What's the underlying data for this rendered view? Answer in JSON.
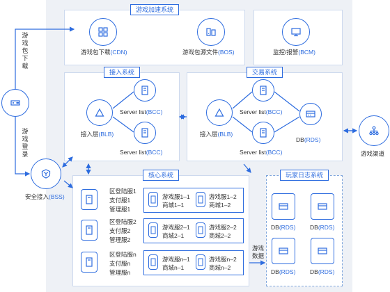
{
  "accent_color": "#2d6cdf",
  "sections": {
    "accel": {
      "title": "游戏加速系统",
      "cdn_prefix": "游戏包下载",
      "cdn_suffix": "(CDN)",
      "bos_prefix": "游戏包源文件",
      "bos_suffix": "(BOS)"
    },
    "monitor": {
      "prefix": "监控/报警",
      "suffix": "(BCM)"
    },
    "access": {
      "title": "接入系统",
      "blb_prefix": "接入层",
      "blb_suffix": "(BLB)",
      "server1_prefix": "Server list",
      "server1_suffix": "(BCC)",
      "server2_prefix": "Server list",
      "server2_suffix": "(BCC)"
    },
    "trade": {
      "title": "交易系统",
      "blb_prefix": "接入层",
      "blb_suffix": "(BLB)",
      "server1_prefix": "Server list",
      "server1_suffix": "(BCC)",
      "server2_prefix": "Server list",
      "server2_suffix": "(BCC)",
      "db_prefix": "DB",
      "db_suffix": "(RDS)"
    },
    "core": {
      "title": "核心系统",
      "rows": [
        {
          "l1": "区登陆服1",
          "l2": "支付服1",
          "l3": "管理服1",
          "a1": "游戏服1–1",
          "a2": "商城1–1",
          "b1": "游戏服1–2",
          "b2": "商城1–2"
        },
        {
          "l1": "区登陆服2",
          "l2": "支付服2",
          "l3": "管理服2",
          "a1": "游戏服2–1",
          "a2": "商城2–1",
          "b1": "游戏服2–2",
          "b2": "商城2–2"
        },
        {
          "l1": "区登陆服n",
          "l2": "支付服n",
          "l3": "管理服n",
          "a1": "游戏服n–1",
          "a2": "商城n–1",
          "b1": "游戏服n–2",
          "b2": "商城n–2"
        }
      ]
    },
    "log": {
      "title": "玩家日志系统",
      "db_prefix": "DB",
      "db_suffix": "(RDS)"
    },
    "game_data": "游戏数据"
  },
  "left": {
    "download": "游戏包下载",
    "login": "游戏登录",
    "bss_prefix": "安全接入",
    "bss_suffix": "(BSS)"
  },
  "right": {
    "channel": "游戏渠道"
  },
  "icons": [
    "grid-icon",
    "bucket-icon",
    "monitor-icon",
    "client-icon",
    "shield-icon",
    "balancer-icon",
    "server-icon",
    "database-icon",
    "network-icon"
  ]
}
